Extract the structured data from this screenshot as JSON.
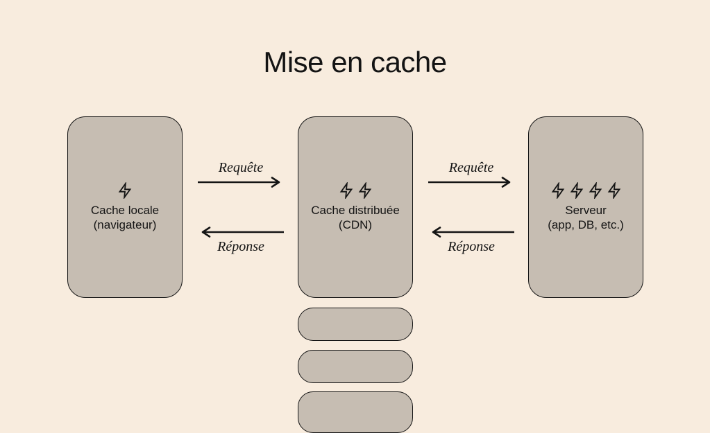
{
  "page": {
    "title": "Mise en cache"
  },
  "colors": {
    "background": "#f8ecde",
    "node_fill": "#c6bdb2",
    "stroke": "#141414"
  },
  "nodes": [
    {
      "id": "cache-locale",
      "bolts": 1,
      "line1": "Cache locale",
      "line2": "(navigateur)"
    },
    {
      "id": "cache-distribuee",
      "bolts": 2,
      "line1": "Cache distribuée",
      "line2": "(CDN)"
    },
    {
      "id": "serveur",
      "bolts": 4,
      "line1": "Serveur",
      "line2": "(app, DB, etc.)"
    }
  ],
  "flows": [
    {
      "request_label": "Requête",
      "response_label": "Réponse"
    },
    {
      "request_label": "Requête",
      "response_label": "Réponse"
    }
  ],
  "cdn_stack": {
    "count": 3
  }
}
